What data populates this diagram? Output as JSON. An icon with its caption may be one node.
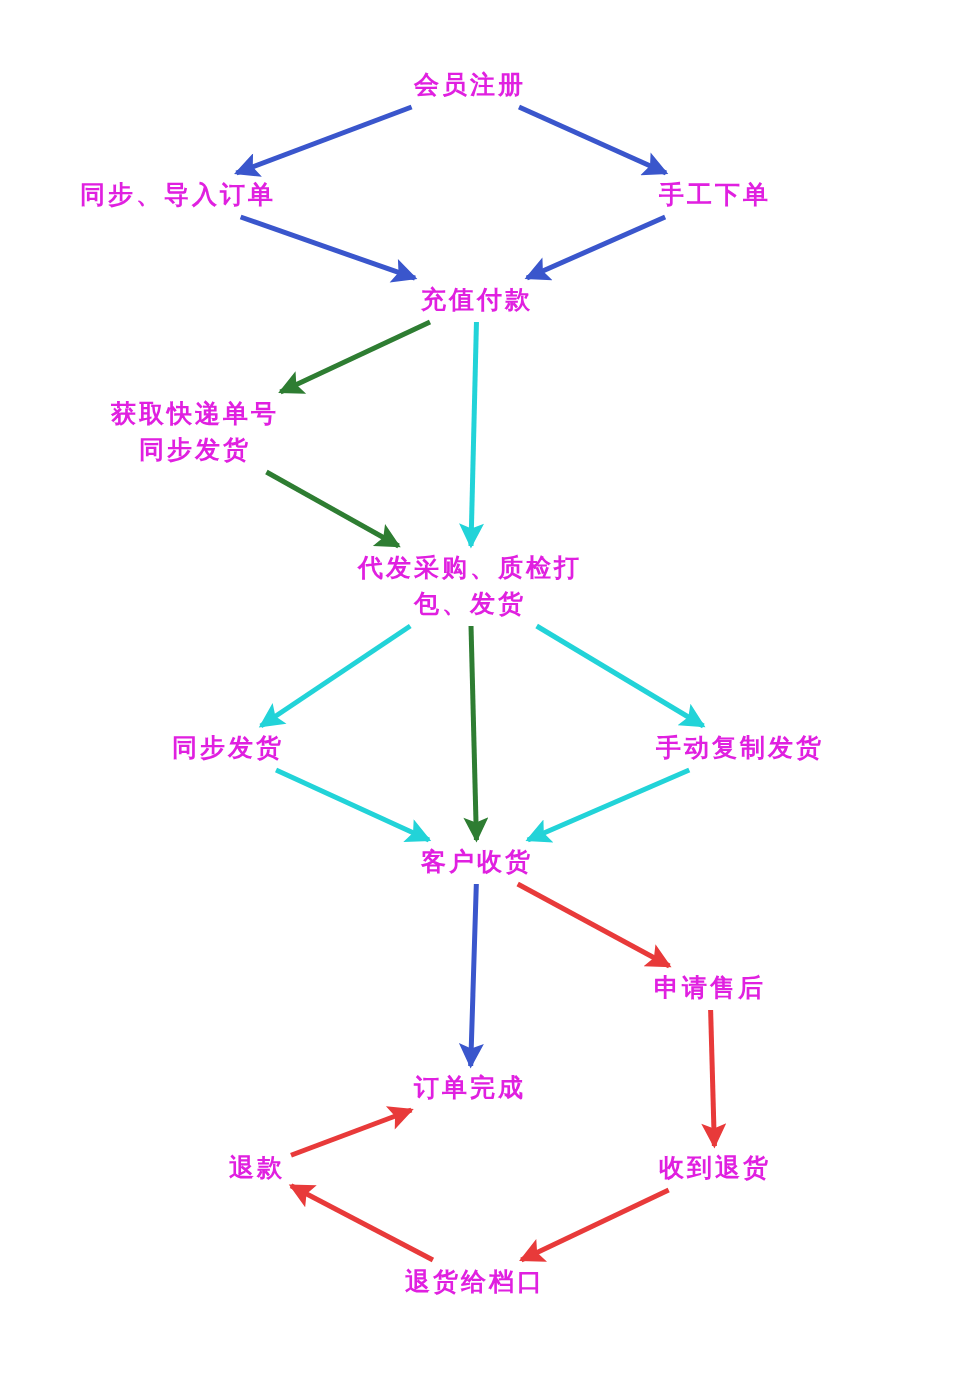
{
  "diagram": {
    "nodes": [
      {
        "text": [
          "会员注册"
        ]
      },
      {
        "text": [
          "同步、导入订单"
        ]
      },
      {
        "text": [
          "手工下单"
        ]
      },
      {
        "text": [
          "充值付款"
        ]
      },
      {
        "text": [
          "获取快递单号同步发货"
        ]
      },
      {
        "text": [
          "代发采购、质检打包、发货"
        ]
      },
      {
        "text": [
          "同步发货"
        ]
      },
      {
        "text": [
          "手动复制发货"
        ]
      },
      {
        "text": [
          "客户收货"
        ]
      },
      {
        "text": [
          "申请售后"
        ]
      },
      {
        "text": [
          "订单完成"
        ]
      },
      {
        "text": [
          "退款"
        ]
      },
      {
        "text": [
          "收到退货"
        ]
      },
      {
        "text": [
          "退货给档口"
        ]
      }
    ],
    "edges": [
      {
        "from": 0,
        "to": 1,
        "arrow": "to",
        "color": "#3a56cc"
      },
      {
        "from": 0,
        "to": 2,
        "arrow": "to",
        "color": "#3a56cc"
      },
      {
        "from": 1,
        "to": 3,
        "arrow": "to",
        "color": "#3a56cc"
      },
      {
        "from": 2,
        "to": 3,
        "arrow": "to",
        "color": "#3a56cc"
      },
      {
        "from": 3,
        "to": 4,
        "arrow": "to",
        "color": "#2e7d32"
      },
      {
        "from": 3,
        "to": 5,
        "arrow": "to",
        "color": "#22d3d8"
      },
      {
        "from": 4,
        "to": 5,
        "arrow": "to",
        "color": "#2e7d32"
      },
      {
        "from": 5,
        "to": 6,
        "arrow": "to",
        "color": "#22d3d8"
      },
      {
        "from": 5,
        "to": 8,
        "arrow": "to",
        "color": "#2e7d32"
      },
      {
        "from": 5,
        "to": 7,
        "arrow": "to",
        "color": "#22d3d8"
      },
      {
        "from": 6,
        "to": 8,
        "arrow": "to",
        "color": "#22d3d8"
      },
      {
        "from": 7,
        "to": 8,
        "arrow": "to",
        "color": "#22d3d8"
      },
      {
        "from": 8,
        "to": 10,
        "arrow": "to",
        "color": "#3a56cc"
      },
      {
        "from": 8,
        "to": 9,
        "arrow": "to",
        "color": "#e83a3a"
      },
      {
        "from": 9,
        "to": 12,
        "arrow": "to",
        "color": "#e83a3a"
      },
      {
        "from": 12,
        "to": 13,
        "arrow": "to",
        "color": "#e83a3a"
      },
      {
        "from": 13,
        "to": 11,
        "arrow": "to",
        "color": "#e83a3a"
      },
      {
        "from": 11,
        "to": 10,
        "arrow": "to",
        "color": "#e83a3a"
      }
    ]
  }
}
